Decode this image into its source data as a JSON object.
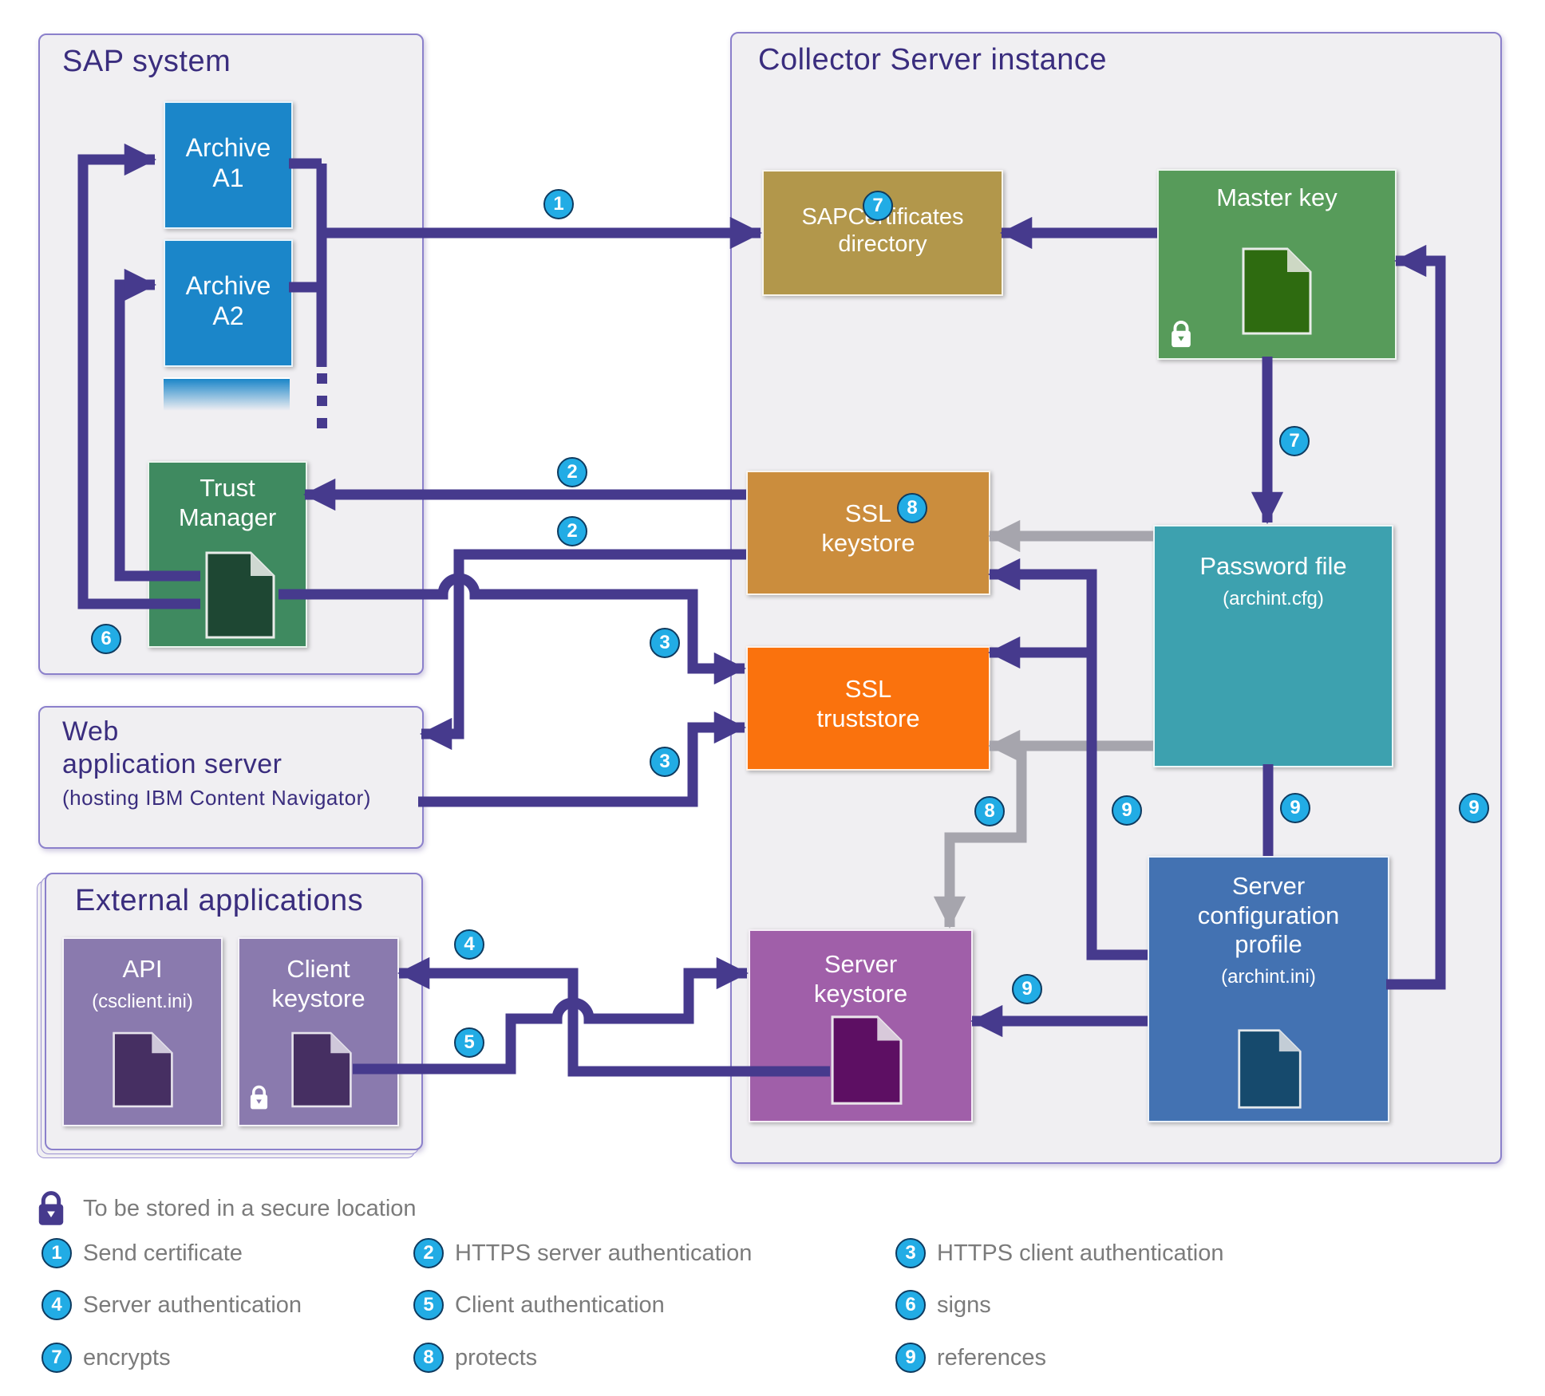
{
  "colors": {
    "arrow_purple": "#463a8d",
    "arrow_gray": "#a6a5ad",
    "badge_fill": "#22ace5",
    "badge_border": "#0e3b60",
    "container_border": "#8b80cb",
    "container_bg": "#f0eff2",
    "title_text": "#3a2d7e",
    "legend_text": "#7b7b7b",
    "archive_blue": "#1b86c9",
    "trust_green": "#3f8a60",
    "trust_doc": "#1e4733",
    "sapcert_tan": "#b2974b",
    "master_green": "#579b5a",
    "master_doc": "#2e6b10",
    "ssl_keystore_orange": "#cb8d3d",
    "ssl_truststore_orange": "#fa720d",
    "password_teal": "#3da1af",
    "server_keystore_mauve": "#a05fa9",
    "server_keystore_doc": "#5d0f63",
    "server_config_blue": "#4372b2",
    "server_config_doc": "#164a6d",
    "external_purple": "#8a7aae",
    "external_doc": "#462f62"
  },
  "containers": {
    "sap": {
      "title": "SAP system"
    },
    "collector": {
      "title": "Collector Server instance"
    },
    "webapp": {
      "title_line1": "Web",
      "title_line2": "application server",
      "subtitle": "(hosting IBM Content Navigator)"
    },
    "external": {
      "title": "External applications"
    }
  },
  "nodes": {
    "archive_a1": {
      "line1": "Archive",
      "line2": "A1"
    },
    "archive_a2": {
      "line1": "Archive",
      "line2": "A2"
    },
    "trust_manager": {
      "line1": "Trust",
      "line2": "Manager"
    },
    "sapcert": {
      "line1": "SAPCertificates",
      "line2": "directory"
    },
    "master_key": {
      "label": "Master key"
    },
    "ssl_keystore": {
      "line1": "SSL",
      "line2": "keystore"
    },
    "ssl_truststore": {
      "line1": "SSL",
      "line2": "truststore"
    },
    "password_file": {
      "label": "Password file",
      "sublabel": "(archint.cfg)"
    },
    "server_keystore": {
      "line1": "Server",
      "line2": "keystore"
    },
    "server_config": {
      "line1": "Server",
      "line2": "configuration",
      "line3": "profile",
      "sublabel": "(archint.ini)"
    },
    "api": {
      "label": "API",
      "sublabel": "(csclient.ini)"
    },
    "client_keystore": {
      "line1": "Client",
      "line2": "keystore"
    }
  },
  "legend": {
    "secure_note": "To be stored in a secure location",
    "steps": [
      {
        "num": "1",
        "label": "Send certificate"
      },
      {
        "num": "2",
        "label": "HTTPS server authentication"
      },
      {
        "num": "3",
        "label": "HTTPS client authentication"
      },
      {
        "num": "4",
        "label": "Server authentication"
      },
      {
        "num": "5",
        "label": "Client authentication"
      },
      {
        "num": "6",
        "label": "signs"
      },
      {
        "num": "7",
        "label": "encrypts"
      },
      {
        "num": "8",
        "label": "protects"
      },
      {
        "num": "9",
        "label": "references"
      }
    ]
  }
}
